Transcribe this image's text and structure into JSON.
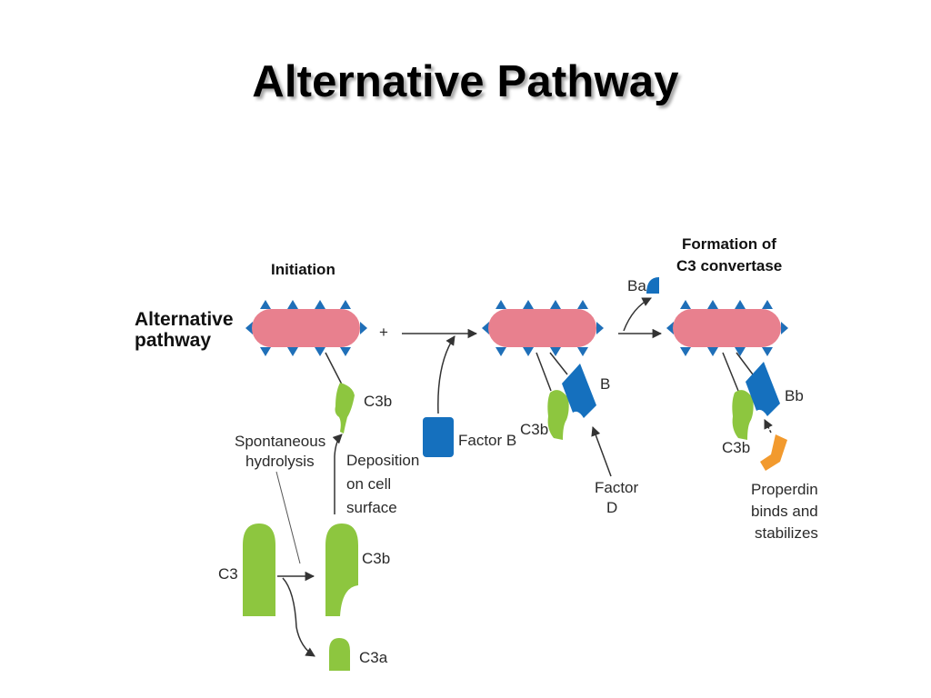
{
  "slide": {
    "title": "Alternative Pathway"
  },
  "diagram": {
    "side_label": [
      "Alternative",
      "pathway"
    ],
    "stage_initiation": "Initiation",
    "stage_formation": [
      "Formation of",
      "C3 convertase"
    ],
    "plus": "+",
    "labels": {
      "c3b_top": "C3b",
      "spontaneous": [
        "Spontaneous",
        "hydrolysis"
      ],
      "deposition": [
        "Deposition",
        "on cell",
        "surface"
      ],
      "c3": "C3",
      "c3b_bottom": "C3b",
      "c3a": "C3a",
      "factor_b": "Factor B",
      "b": "B",
      "c3b_middle": "C3b",
      "factor_d": [
        "Factor",
        "D"
      ],
      "ba": "Ba",
      "bb": "Bb",
      "c3b_right": "C3b",
      "properdin": [
        "Properdin",
        "binds and",
        "stabilizes"
      ]
    },
    "colors": {
      "cell": "#e8808e",
      "receptor": "#1f6fb8",
      "c3_green": "#8dc63f",
      "factor_b_blue": "#1570be",
      "properdin_orange": "#f29a2e",
      "arrow": "#333333"
    }
  }
}
